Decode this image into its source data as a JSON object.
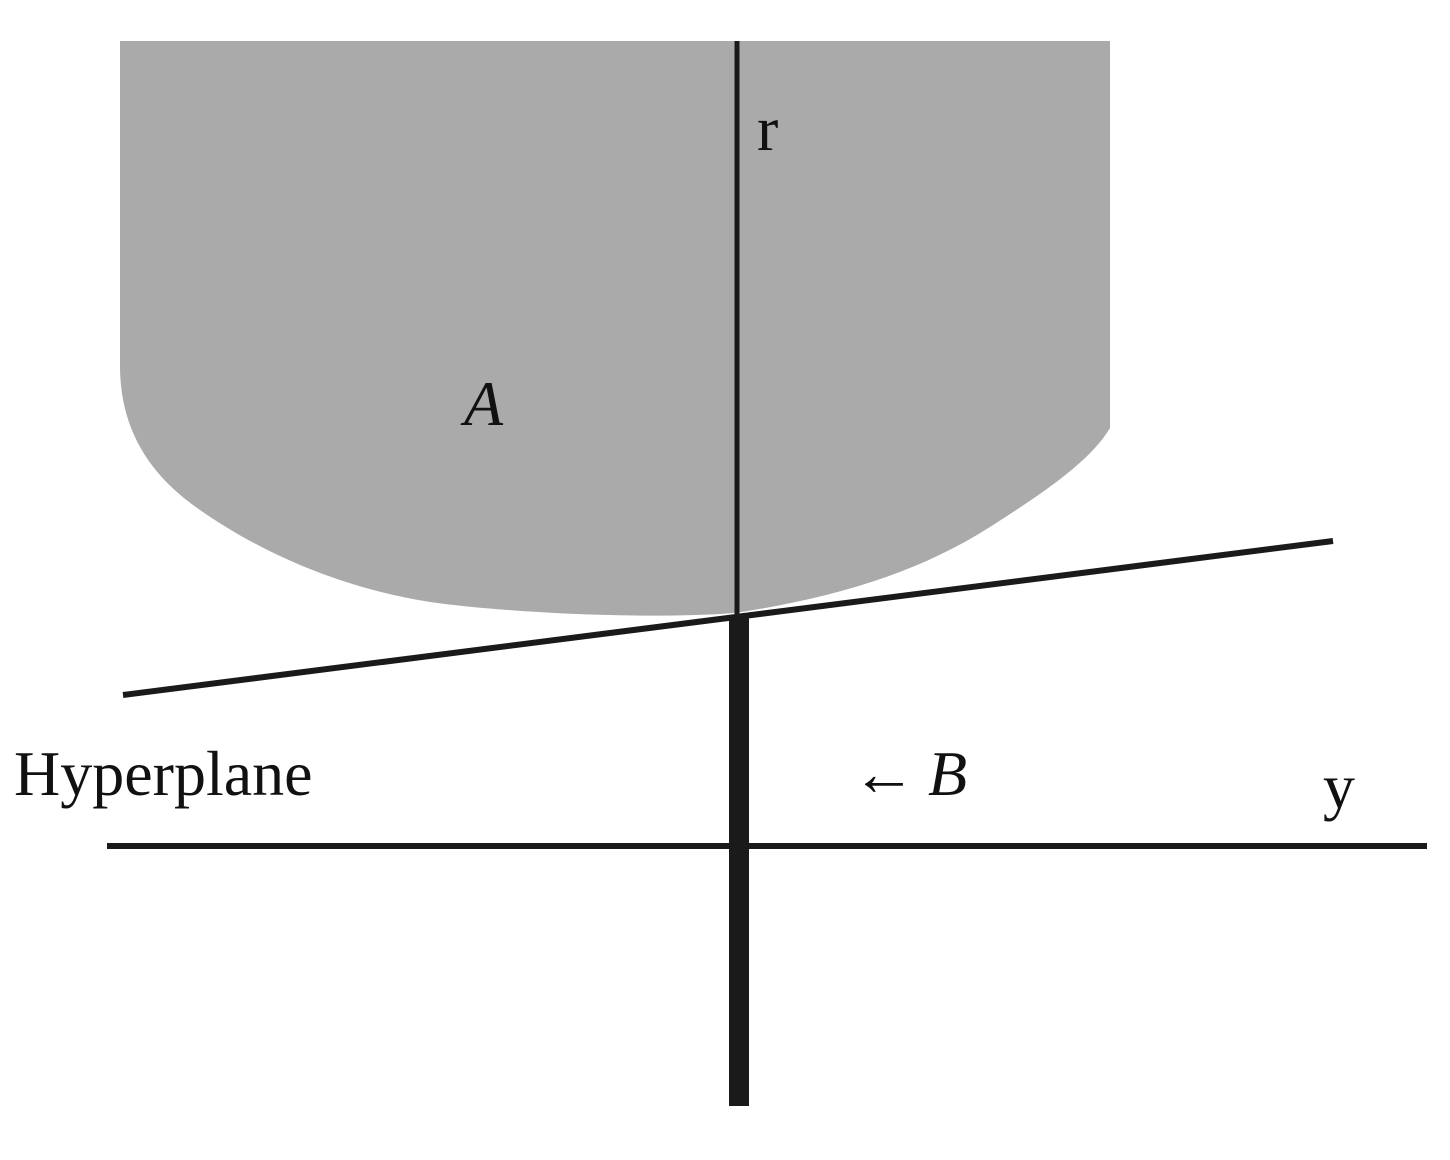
{
  "labels": {
    "r_axis": "r",
    "y_axis": "y",
    "set_a": "A",
    "set_b_arrow": "←",
    "set_b": "B",
    "hyperplane": "Hyperplane"
  },
  "colors": {
    "set_a_fill": "#aaaaaa",
    "lines": "#1a1a1a",
    "text": "#111111",
    "background": "#ffffff"
  }
}
